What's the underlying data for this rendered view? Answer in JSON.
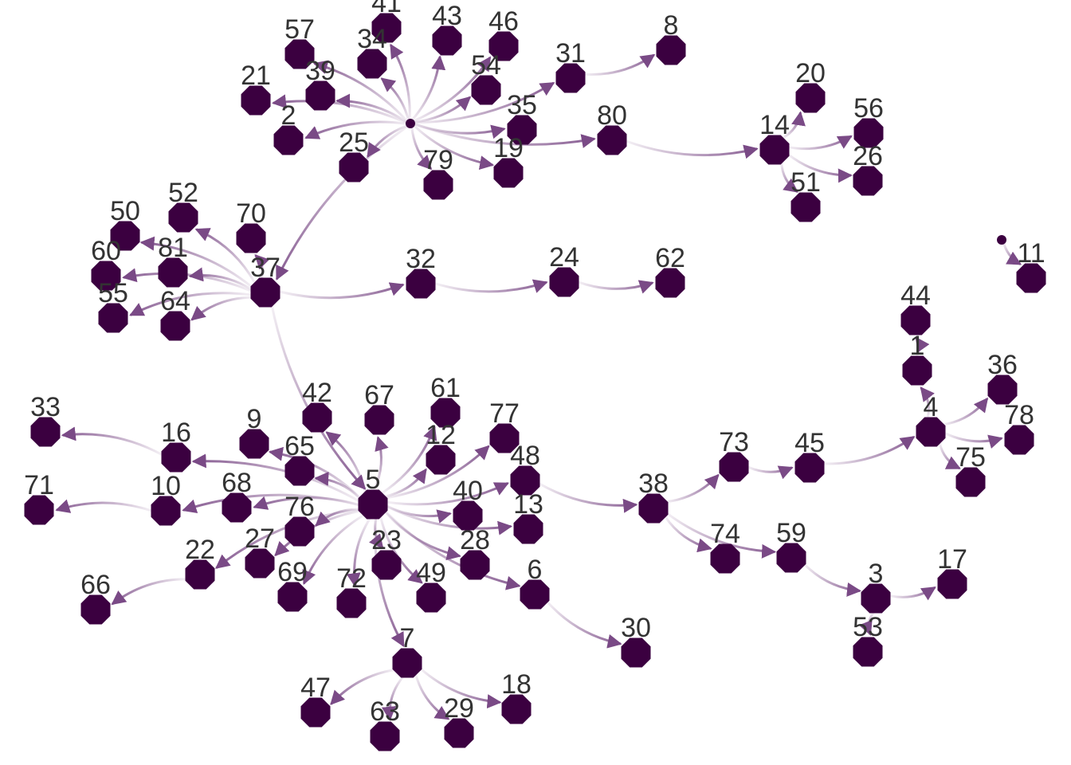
{
  "colors": {
    "node_fill": "#3b0040",
    "edge": "#7a4a86",
    "label": "#333333"
  },
  "nodes": [
    {
      "id": "root",
      "label": ""
    },
    {
      "id": "41",
      "label": "41"
    },
    {
      "id": "43",
      "label": "43"
    },
    {
      "id": "46",
      "label": "46"
    },
    {
      "id": "57",
      "label": "57"
    },
    {
      "id": "34",
      "label": "34"
    },
    {
      "id": "39",
      "label": "39"
    },
    {
      "id": "21",
      "label": "21"
    },
    {
      "id": "2",
      "label": "2"
    },
    {
      "id": "25",
      "label": "25"
    },
    {
      "id": "54",
      "label": "54"
    },
    {
      "id": "31",
      "label": "31"
    },
    {
      "id": "8",
      "label": "8"
    },
    {
      "id": "35",
      "label": "35"
    },
    {
      "id": "19",
      "label": "19"
    },
    {
      "id": "79",
      "label": "79"
    },
    {
      "id": "80",
      "label": "80"
    },
    {
      "id": "14",
      "label": "14"
    },
    {
      "id": "20",
      "label": "20"
    },
    {
      "id": "56",
      "label": "56"
    },
    {
      "id": "26",
      "label": "26"
    },
    {
      "id": "51",
      "label": "51"
    },
    {
      "id": "small",
      "label": ""
    },
    {
      "id": "11",
      "label": "11"
    },
    {
      "id": "52",
      "label": "52"
    },
    {
      "id": "70",
      "label": "70"
    },
    {
      "id": "50",
      "label": "50"
    },
    {
      "id": "60",
      "label": "60"
    },
    {
      "id": "81",
      "label": "81"
    },
    {
      "id": "55",
      "label": "55"
    },
    {
      "id": "64",
      "label": "64"
    },
    {
      "id": "37",
      "label": "37"
    },
    {
      "id": "32",
      "label": "32"
    },
    {
      "id": "24",
      "label": "24"
    },
    {
      "id": "62",
      "label": "62"
    },
    {
      "id": "44",
      "label": "44"
    },
    {
      "id": "1",
      "label": "1"
    },
    {
      "id": "36",
      "label": "36"
    },
    {
      "id": "4",
      "label": "4"
    },
    {
      "id": "78",
      "label": "78"
    },
    {
      "id": "75",
      "label": "75"
    },
    {
      "id": "33",
      "label": "33"
    },
    {
      "id": "16",
      "label": "16"
    },
    {
      "id": "9",
      "label": "9"
    },
    {
      "id": "42",
      "label": "42"
    },
    {
      "id": "67",
      "label": "67"
    },
    {
      "id": "61",
      "label": "61"
    },
    {
      "id": "77",
      "label": "77"
    },
    {
      "id": "12",
      "label": "12"
    },
    {
      "id": "65",
      "label": "65"
    },
    {
      "id": "48",
      "label": "48"
    },
    {
      "id": "73",
      "label": "73"
    },
    {
      "id": "45",
      "label": "45"
    },
    {
      "id": "71",
      "label": "71"
    },
    {
      "id": "10",
      "label": "10"
    },
    {
      "id": "68",
      "label": "68"
    },
    {
      "id": "5",
      "label": "5"
    },
    {
      "id": "76",
      "label": "76"
    },
    {
      "id": "40",
      "label": "40"
    },
    {
      "id": "13",
      "label": "13"
    },
    {
      "id": "38",
      "label": "38"
    },
    {
      "id": "22",
      "label": "22"
    },
    {
      "id": "27",
      "label": "27"
    },
    {
      "id": "23",
      "label": "23"
    },
    {
      "id": "28",
      "label": "28"
    },
    {
      "id": "74",
      "label": "74"
    },
    {
      "id": "59",
      "label": "59"
    },
    {
      "id": "66",
      "label": "66"
    },
    {
      "id": "69",
      "label": "69"
    },
    {
      "id": "72",
      "label": "72"
    },
    {
      "id": "49",
      "label": "49"
    },
    {
      "id": "6",
      "label": "6"
    },
    {
      "id": "3",
      "label": "3"
    },
    {
      "id": "17",
      "label": "17"
    },
    {
      "id": "30",
      "label": "30"
    },
    {
      "id": "53",
      "label": "53"
    },
    {
      "id": "7",
      "label": "7"
    },
    {
      "id": "47",
      "label": "47"
    },
    {
      "id": "63",
      "label": "63"
    },
    {
      "id": "29",
      "label": "29"
    },
    {
      "id": "18",
      "label": "18"
    }
  ],
  "edges": [
    [
      "root",
      "41"
    ],
    [
      "root",
      "43"
    ],
    [
      "root",
      "46"
    ],
    [
      "root",
      "57"
    ],
    [
      "root",
      "34"
    ],
    [
      "root",
      "39"
    ],
    [
      "root",
      "21"
    ],
    [
      "root",
      "2"
    ],
    [
      "root",
      "25"
    ],
    [
      "root",
      "54"
    ],
    [
      "root",
      "31"
    ],
    [
      "root",
      "35"
    ],
    [
      "root",
      "19"
    ],
    [
      "root",
      "79"
    ],
    [
      "root",
      "80"
    ],
    [
      "root",
      "37"
    ],
    [
      "31",
      "8"
    ],
    [
      "80",
      "14"
    ],
    [
      "14",
      "20"
    ],
    [
      "14",
      "56"
    ],
    [
      "14",
      "26"
    ],
    [
      "14",
      "51"
    ],
    [
      "small",
      "11"
    ],
    [
      "37",
      "52"
    ],
    [
      "37",
      "70"
    ],
    [
      "37",
      "50"
    ],
    [
      "37",
      "60"
    ],
    [
      "37",
      "81"
    ],
    [
      "37",
      "55"
    ],
    [
      "37",
      "64"
    ],
    [
      "37",
      "32"
    ],
    [
      "37",
      "5"
    ],
    [
      "32",
      "24"
    ],
    [
      "24",
      "62"
    ],
    [
      "5",
      "42"
    ],
    [
      "5",
      "67"
    ],
    [
      "5",
      "61"
    ],
    [
      "5",
      "77"
    ],
    [
      "5",
      "12"
    ],
    [
      "5",
      "9"
    ],
    [
      "5",
      "65"
    ],
    [
      "5",
      "16"
    ],
    [
      "5",
      "48"
    ],
    [
      "5",
      "40"
    ],
    [
      "5",
      "13"
    ],
    [
      "5",
      "68"
    ],
    [
      "5",
      "76"
    ],
    [
      "5",
      "10"
    ],
    [
      "5",
      "27"
    ],
    [
      "5",
      "22"
    ],
    [
      "5",
      "69"
    ],
    [
      "5",
      "72"
    ],
    [
      "5",
      "23"
    ],
    [
      "5",
      "49"
    ],
    [
      "5",
      "28"
    ],
    [
      "5",
      "6"
    ],
    [
      "5",
      "7"
    ],
    [
      "16",
      "33"
    ],
    [
      "10",
      "71"
    ],
    [
      "22",
      "66"
    ],
    [
      "6",
      "30"
    ],
    [
      "7",
      "47"
    ],
    [
      "7",
      "63"
    ],
    [
      "7",
      "29"
    ],
    [
      "7",
      "18"
    ],
    [
      "48",
      "38"
    ],
    [
      "38",
      "73"
    ],
    [
      "38",
      "74"
    ],
    [
      "38",
      "59"
    ],
    [
      "73",
      "45"
    ],
    [
      "45",
      "4"
    ],
    [
      "59",
      "3"
    ],
    [
      "3",
      "17"
    ],
    [
      "3",
      "53"
    ],
    [
      "4",
      "1"
    ],
    [
      "1",
      "44"
    ],
    [
      "4",
      "36"
    ],
    [
      "4",
      "78"
    ],
    [
      "4",
      "75"
    ]
  ]
}
